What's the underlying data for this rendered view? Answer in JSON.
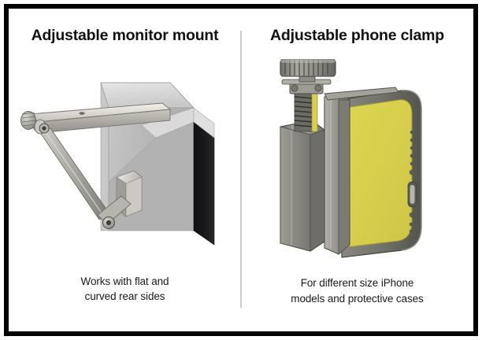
{
  "slide": {
    "background_color": "#ffffff",
    "frame_color": "#000000",
    "divider_color": "#9b9b9b"
  },
  "panels": [
    {
      "id": "monitor-mount",
      "title": "Adjustable monitor mount",
      "caption_line1": "Works with flat and",
      "caption_line2": "curved rear sides",
      "illustration": "monitor-mount-cad-render",
      "colors": {
        "monitor_body": "#b9b9b9",
        "monitor_top_face": "#d8d8d8",
        "monitor_panel_edge": "#17171a",
        "arm_metal_light": "#e3e1dc",
        "arm_metal": "#a9a8a2",
        "arm_metal_dark": "#74736e",
        "outline": "#5a5a57"
      }
    },
    {
      "id": "phone-clamp",
      "title": "Adjustable phone clamp",
      "caption_line1": "For different size iPhone",
      "caption_line2": "models and protective cases",
      "illustration": "phone-clamp-cad-render",
      "colors": {
        "clamp_body": "#8f8f88",
        "clamp_body_light": "#b3b3ac",
        "clamp_body_dark": "#6b6b65",
        "knob": "#8d8d86",
        "screw_thread": "#4c4c48",
        "phone_screen": "#d9d14f",
        "phone_bezel": "#76766f",
        "phone_bezel_dark": "#55554f",
        "outline": "#4a4a46"
      }
    }
  ]
}
